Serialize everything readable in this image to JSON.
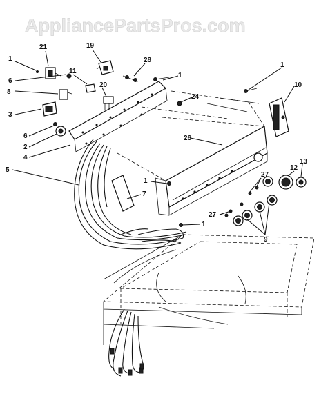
{
  "watermark": "AppliancePartsPros.com",
  "corner_mark": "",
  "callouts": [
    "1",
    "21",
    "19",
    "28",
    "1",
    "6",
    "8",
    "11",
    "20",
    "24",
    "1",
    "10",
    "3",
    "6",
    "2",
    "4",
    "26",
    "5",
    "1",
    "7",
    "12",
    "13",
    "27",
    "27",
    "1",
    "9"
  ]
}
